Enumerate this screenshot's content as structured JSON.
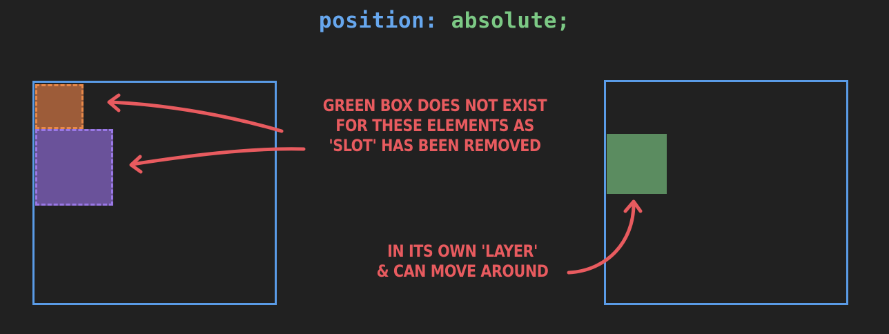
{
  "title": {
    "property": "position:",
    "value": "absolute;"
  },
  "annotations": {
    "top": [
      "GREEN BOX DOES NOT EXIST",
      "FOR THESE ELEMENTS AS",
      "'SLOT' HAS BEEN REMOVED"
    ],
    "bottom": [
      "IN ITS OWN 'LAYER'",
      "& CAN MOVE AROUND"
    ]
  },
  "colors": {
    "background": "#212121",
    "container_border": "#5a9be6",
    "orange_box": "#9d5c39",
    "purple_box": "#6a529a",
    "green_box": "#5b8c60",
    "annotation": "#e85b5f"
  }
}
